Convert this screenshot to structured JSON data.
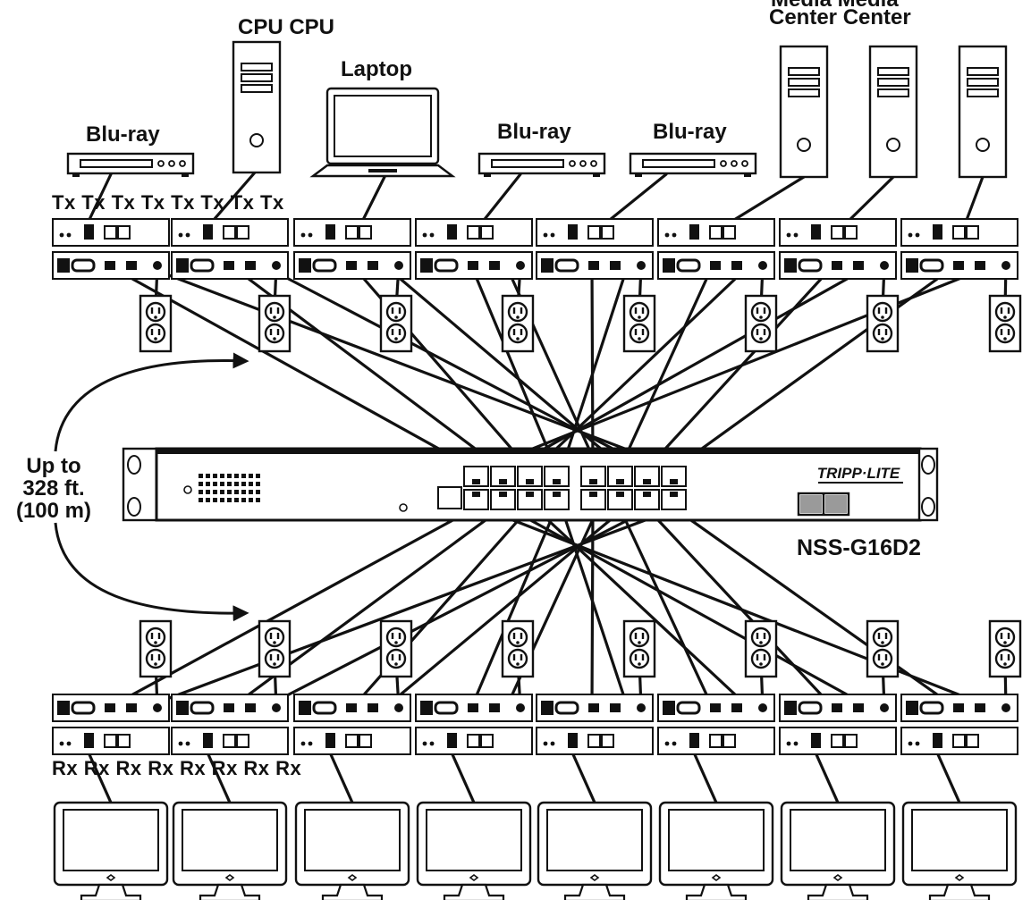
{
  "labels": {
    "cpu_pair": "CPU CPU",
    "laptop": "Laptop",
    "bluray_left": "Blu-ray",
    "bluray_mid": "Blu-ray",
    "bluray_right": "Blu-ray",
    "media_center_top": "Media  Media",
    "media_center": "Center Center",
    "tx_row": "Tx Tx Tx Tx Tx Tx Tx Tx",
    "rx_row": "Rx Rx Rx Rx Rx Rx Rx Rx",
    "distance_line1": "Up to",
    "distance_line2": "328 ft.",
    "distance_line3": "(100 m)",
    "switch_model": "NSS-G16D2",
    "switch_brand": "TRIPP·LITE"
  },
  "colors": {
    "ink": "#111111",
    "paper": "#ffffff",
    "panel_gray": "#d8d8d8"
  }
}
